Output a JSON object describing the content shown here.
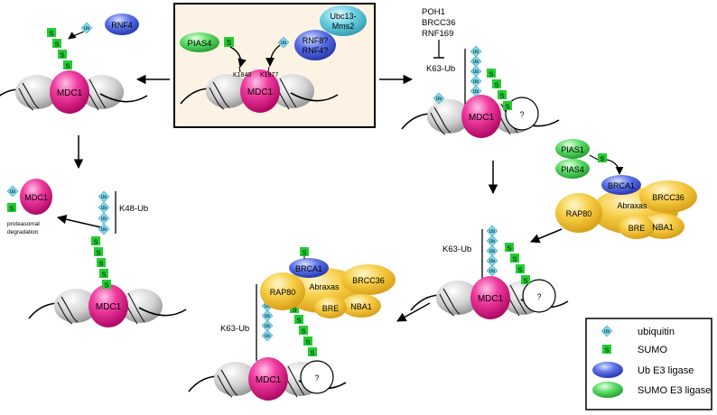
{
  "nucleosome_label": "MDC1",
  "ub_symbol": "Ub",
  "sumo_symbol": "S",
  "unknown_symbol": "?",
  "center_panel": {
    "pias4": "PIAS4",
    "ubc13": "Ubc13-",
    "mms2": "Mms2",
    "rnf8": "RNF8?",
    "rnf4": "RNF4?",
    "k1840": "K1840",
    "k1977": "K1977"
  },
  "top_left": {
    "rnf4": "RNF4"
  },
  "mid_left": {
    "k48": "K48-Ub",
    "proteasomal": "proteasomal",
    "degradation": "degradation"
  },
  "top_right": {
    "poh1": "POH1",
    "brcc36": "BRCC36",
    "rnf169": "RNF169",
    "k63": "K63-Ub"
  },
  "complex": {
    "pias1": "PIAS1",
    "pias4": "PIAS4",
    "brca1": "BRCA1",
    "brcc36": "BRCC36",
    "rap80": "RAP80",
    "abraxas": "Abraxas",
    "nba1": "NBA1",
    "bre": "BRE"
  },
  "mid_right": {
    "k63": "K63-Ub"
  },
  "bottom_center": {
    "k63": "K63-Ub"
  },
  "legend": {
    "ubiquitin": "ubiquitin",
    "sumo": "SUMO",
    "ub_e3": "Ub E3 ligase",
    "sumo_e3": "SUMO E3 ligase"
  },
  "colors": {
    "ub": "#7fd8ee",
    "sumo": "#22cc33",
    "mdc1": "#e8198b",
    "blue_ligase": "#3a4fd0",
    "green_ligase": "#3ecf4a",
    "yellow": "#f3c230",
    "cyan_ligase": "#58c8dc",
    "panel_bg": "#fdf3e4"
  }
}
